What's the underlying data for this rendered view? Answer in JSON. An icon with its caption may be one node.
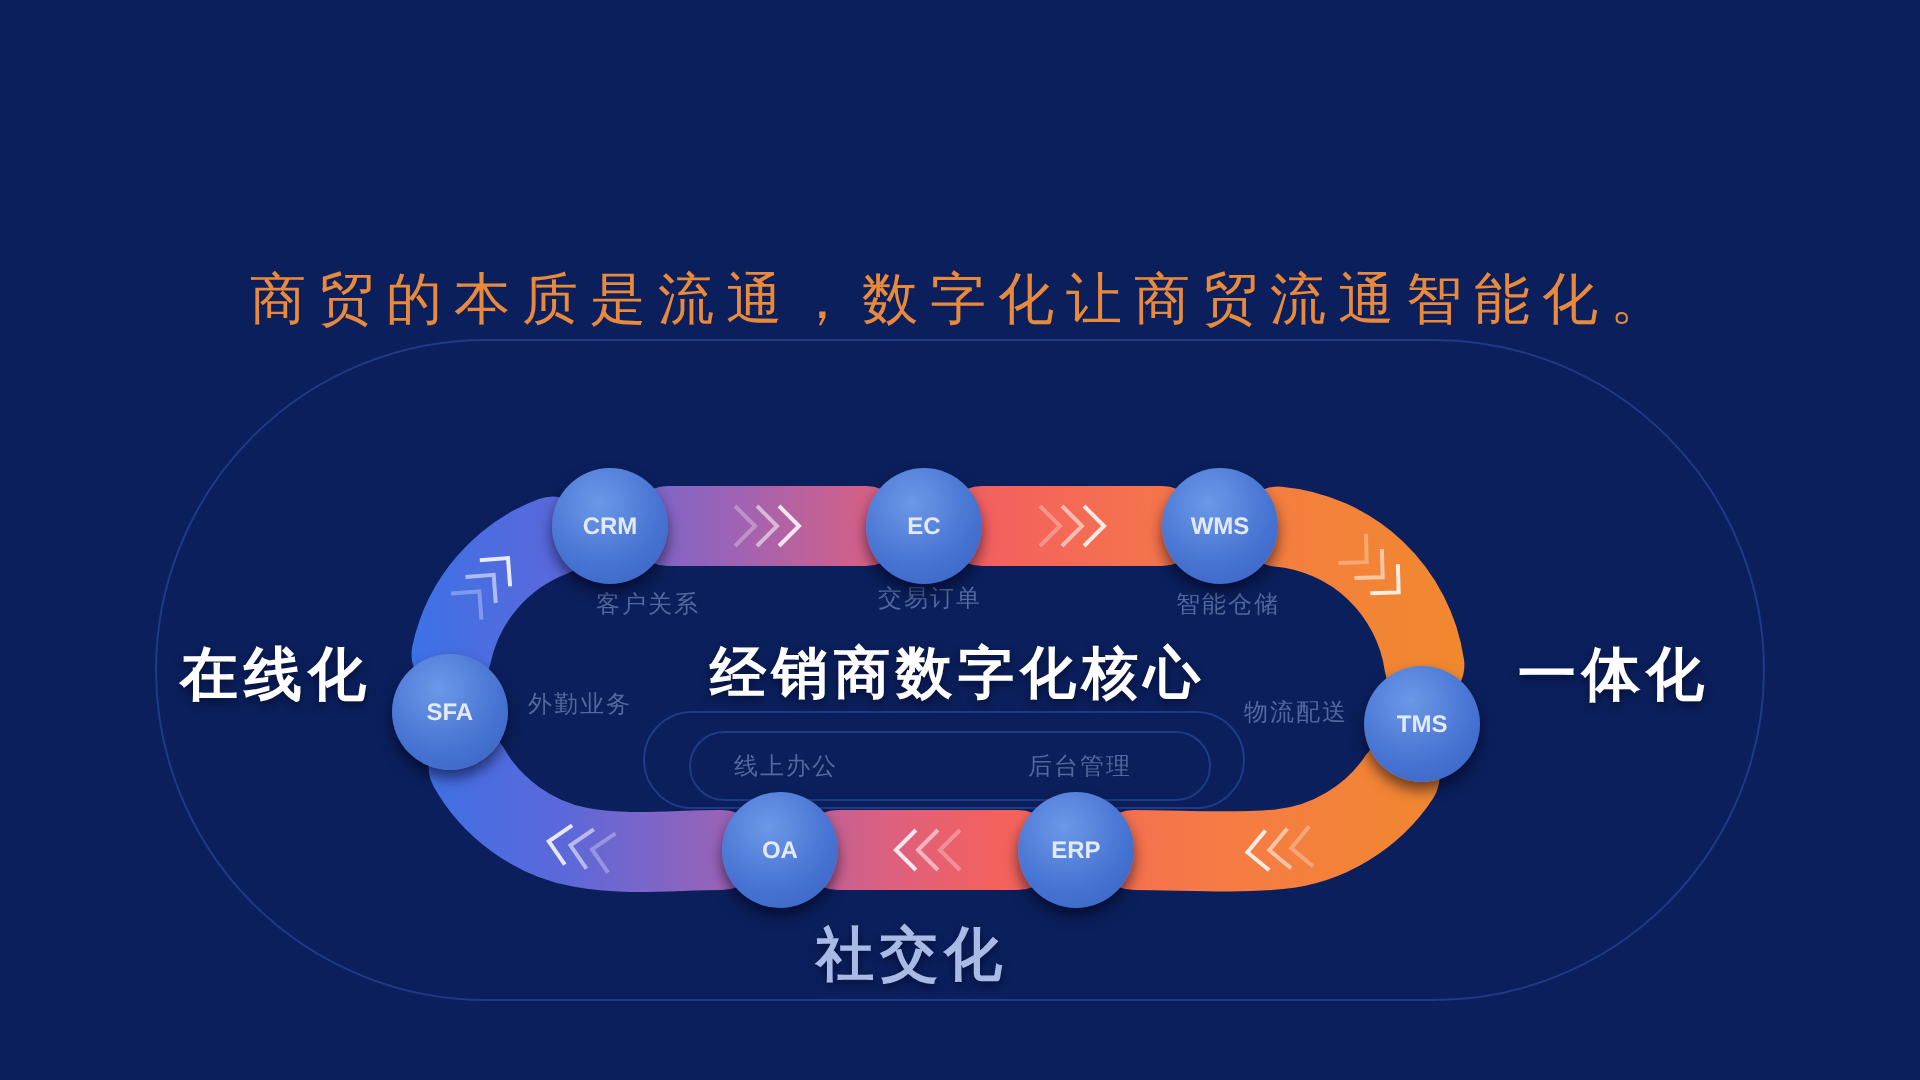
{
  "diagram": {
    "title": "商贸的本质是流通，数字化让商贸流通智能化。",
    "nodes": [
      {
        "text": [
          "CRM"
        ],
        "beside": [
          "客户关系"
        ]
      },
      {
        "text": [
          "EC"
        ],
        "beside": [
          "交易订单"
        ]
      },
      {
        "text": [
          "WMS"
        ],
        "beside": [
          "智能仓储"
        ]
      },
      {
        "text": [
          "SFA"
        ],
        "beside": [
          "外勤业务"
        ]
      },
      {
        "text": [
          "TMS"
        ],
        "beside": [
          "物流配送"
        ]
      },
      {
        "text": [
          "OA"
        ],
        "beside": [
          "线上办公"
        ]
      },
      {
        "text": [
          "ERP"
        ],
        "beside": [
          "后台管理"
        ]
      }
    ],
    "edges": [
      {
        "from": 0,
        "to": 1,
        "arrow": "to"
      },
      {
        "from": 1,
        "to": 2,
        "arrow": "to"
      },
      {
        "from": 2,
        "to": 4,
        "arrow": "to"
      },
      {
        "from": 4,
        "to": 6,
        "arrow": "to"
      },
      {
        "from": 6,
        "to": 5,
        "arrow": "to"
      },
      {
        "from": 5,
        "to": 3,
        "arrow": "to"
      },
      {
        "from": 3,
        "to": 0,
        "arrow": "to"
      }
    ],
    "labels": [
      "在线化",
      "经销商数字化核心",
      "一体化",
      "社交化"
    ]
  }
}
